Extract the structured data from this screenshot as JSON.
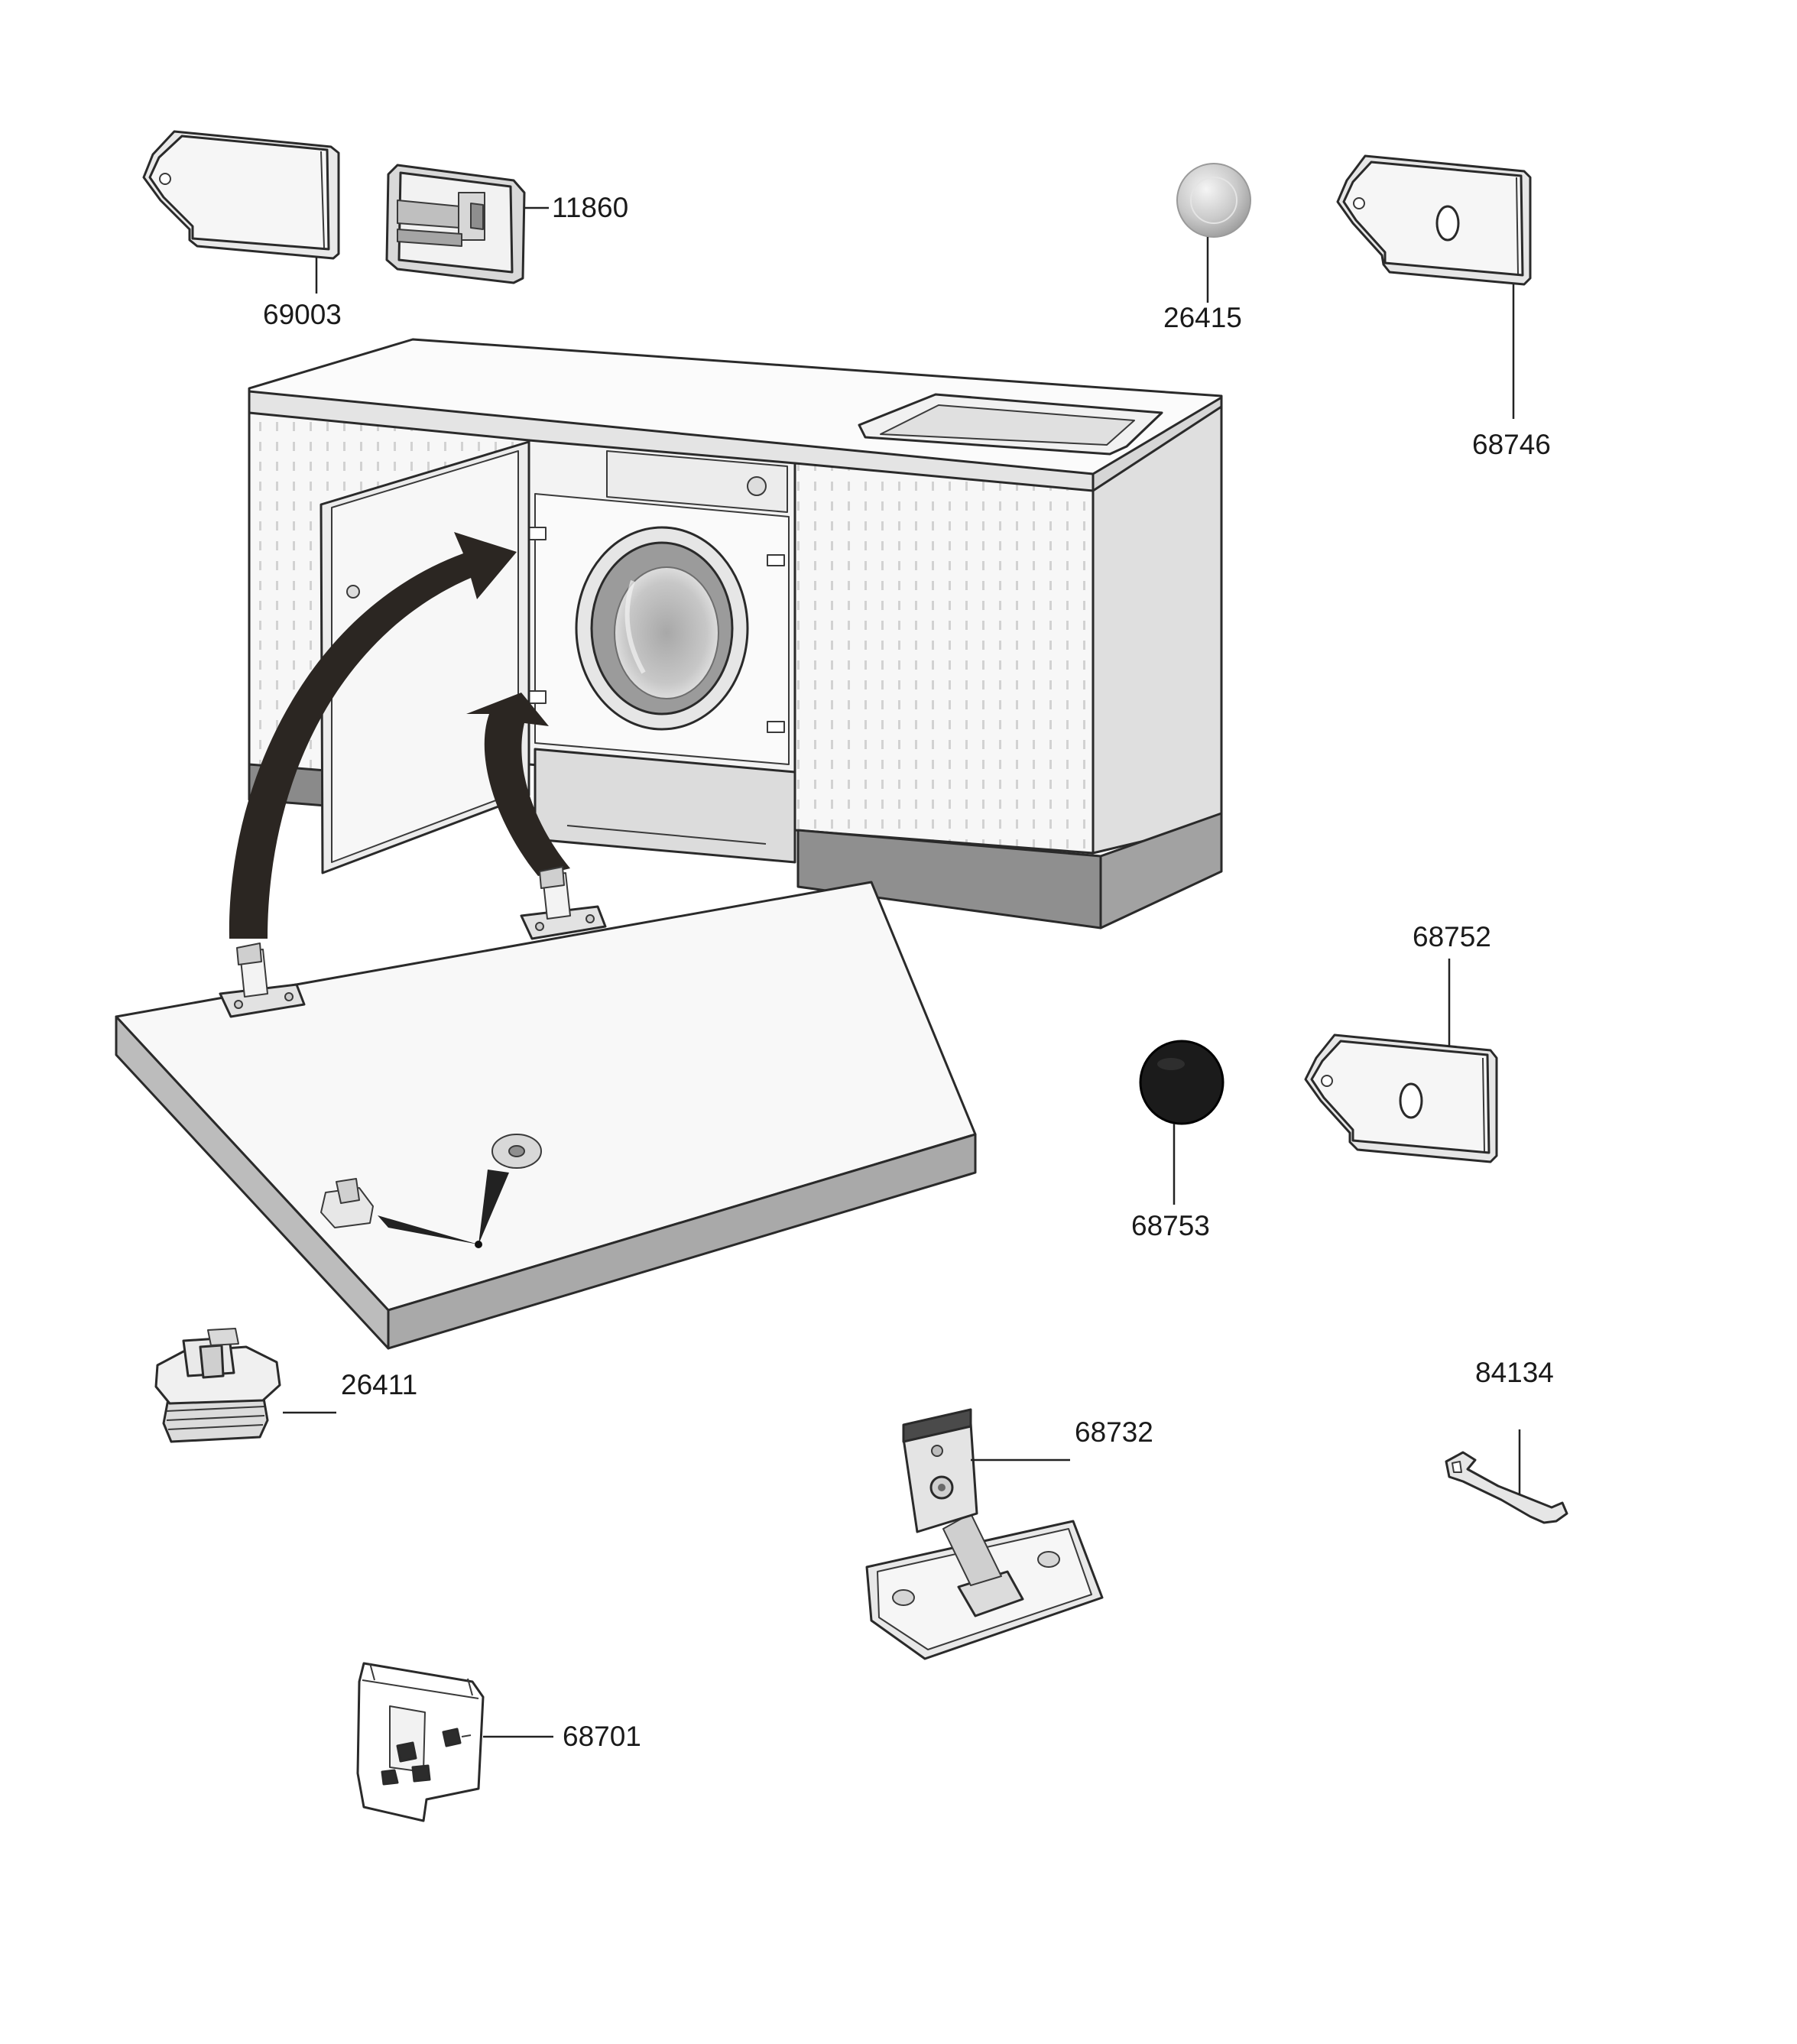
{
  "parts": [
    {
      "id": "69003",
      "label": "69003"
    },
    {
      "id": "11860",
      "label": "11860"
    },
    {
      "id": "26415",
      "label": "26415"
    },
    {
      "id": "68746",
      "label": "68746"
    },
    {
      "id": "68752",
      "label": "68752"
    },
    {
      "id": "68753",
      "label": "68753"
    },
    {
      "id": "26411",
      "label": "26411"
    },
    {
      "id": "68732",
      "label": "68732"
    },
    {
      "id": "84134",
      "label": "84134"
    },
    {
      "id": "68701",
      "label": "68701"
    }
  ],
  "colors": {
    "line": "#2a2a2a",
    "panel_face": "#f4f4f4",
    "panel_side": "#bdbdbd",
    "plinth": "#8c8c8c",
    "cap_dark": "#1b1b1b",
    "arrow": "#2b2622"
  },
  "icons": [
    "cabinet-with-washer",
    "curved-arrow",
    "hinge",
    "door-panel",
    "plug",
    "cap",
    "wrench",
    "screw-bag"
  ]
}
